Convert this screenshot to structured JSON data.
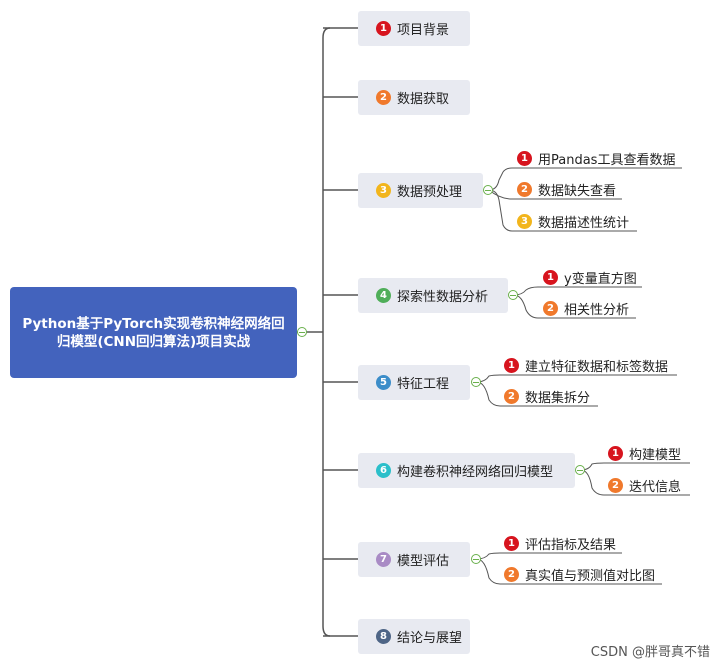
{
  "root": {
    "title": "Python基于PyTorch实现卷积神经网络回归模型(CNN回归算法)项目实战"
  },
  "colors": {
    "root_bg": "#4363bd",
    "node_bg": "#e8eaf1",
    "line": "#555555",
    "badge": [
      "#d7141e",
      "#f0792c",
      "#f2b51c",
      "#4fae59",
      "#3c8dc9",
      "#2bbfca",
      "#a98bc5",
      "#4e6586"
    ]
  },
  "branches": [
    {
      "num": "1",
      "label": "项目背景",
      "children": []
    },
    {
      "num": "2",
      "label": "数据获取",
      "children": []
    },
    {
      "num": "3",
      "label": "数据预处理",
      "children": [
        {
          "num": "1",
          "label": "用Pandas工具查看数据"
        },
        {
          "num": "2",
          "label": "数据缺失查看"
        },
        {
          "num": "3",
          "label": "数据描述性统计"
        }
      ]
    },
    {
      "num": "4",
      "label": "探索性数据分析",
      "children": [
        {
          "num": "1",
          "label": "y变量直方图"
        },
        {
          "num": "2",
          "label": "相关性分析"
        }
      ]
    },
    {
      "num": "5",
      "label": "特征工程",
      "children": [
        {
          "num": "1",
          "label": "建立特征数据和标签数据"
        },
        {
          "num": "2",
          "label": "数据集拆分"
        }
      ]
    },
    {
      "num": "6",
      "label": "构建卷积神经网络回归模型",
      "children": [
        {
          "num": "1",
          "label": "构建模型"
        },
        {
          "num": "2",
          "label": "迭代信息"
        }
      ]
    },
    {
      "num": "7",
      "label": "模型评估",
      "children": [
        {
          "num": "1",
          "label": "评估指标及结果"
        },
        {
          "num": "2",
          "label": "真实值与预测值对比图"
        }
      ]
    },
    {
      "num": "8",
      "label": "结论与展望",
      "children": []
    }
  ],
  "watermark": "CSDN @胖哥真不错"
}
